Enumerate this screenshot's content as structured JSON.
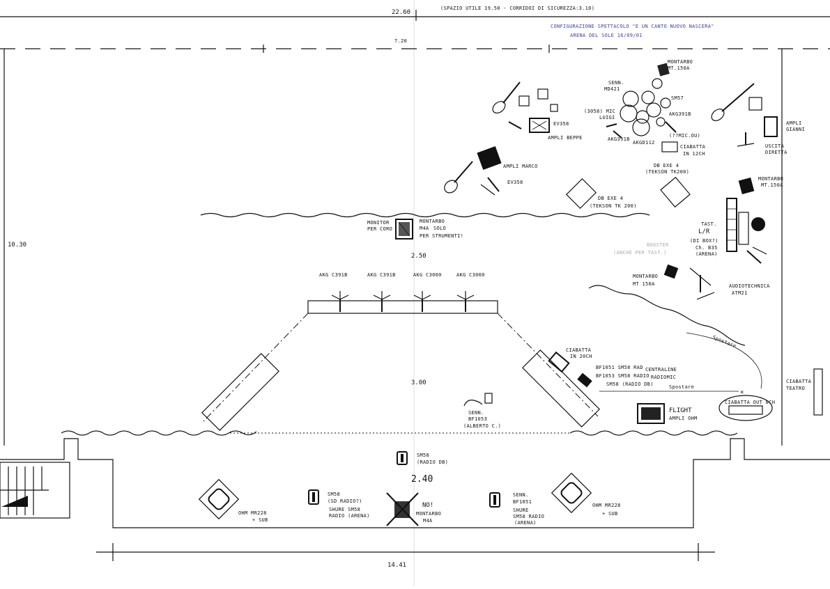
{
  "header": {
    "top_dim": "22.60",
    "space_note": "(SPAZIO UTILE 19.50 - CORRIDOI DI SICUREZZA:3.10)",
    "inner_dim": "7.20",
    "config_title": "CONFIGURAZIONE SPETTACOLO \"E UN CANTO NUOVO NASCERÀ\"",
    "venue_date": "ARENA DEL SOLE 16/09/01"
  },
  "dimensions": {
    "left_depth": "10.30",
    "upper_gap": "2.50",
    "center_depth": "3.00",
    "front_gap": "2.40",
    "bottom_width": "14.41"
  },
  "labels": {
    "montarbo_top": [
      "MONTARBO",
      "MT.150A"
    ],
    "senn_md421": [
      "SENN.",
      "MD421"
    ],
    "sm57": "SM57",
    "mic_luigi": [
      "(3058) MIC",
      "LUIGI"
    ],
    "akg391b_a": "AKG391B",
    "akg391b_b": "AKG391B",
    "akgd112": "AKGD112",
    "ev358_a": "EV358",
    "ampli_beppe": "AMPLI BEPPE",
    "mic_q": "(??MIC.OU)",
    "ciabatta_12": [
      "CIABATTA",
      "IN 12CH"
    ],
    "ampli_gianni": [
      "AMPLI",
      "GIANNI"
    ],
    "uscita_diretta": [
      "USCITA",
      "DIRETTA"
    ],
    "ampli_marco": "AMPLI MARCO",
    "ev358_b": "EV358",
    "dbexe4_right": [
      "DB EXE 4",
      "(TEKSON TK200)"
    ],
    "dbexe4_left": [
      "DB EXE 4",
      "(TEKSON TK 200)"
    ],
    "montarbo_right": [
      "MONTARBO",
      "MT.150A"
    ],
    "monitor_coro": [
      "MONITOR",
      "PER CORO"
    ],
    "montarbo_m4a": [
      "MONTARBO",
      "M4A",
      "SOLO",
      "PER STRUMENTI!"
    ],
    "tast": [
      "TAST.",
      "L/R",
      "(DI BOX?)",
      "Ch. B35",
      "(ARENA)"
    ],
    "booster": [
      "BOOSTER",
      "(ANCHE PER TAST.)"
    ],
    "montarbo_mt150a": [
      "MONTARBO",
      "MT 150A"
    ],
    "audiotechnica": [
      "AUDIOTECHNICA",
      "ATM21"
    ],
    "akg_mics": [
      "AKG C391B",
      "AKG C391B",
      "AKG C3000",
      "AKG C3000"
    ],
    "ciabatta_20": [
      "CIABATTA",
      "IN 20CH"
    ],
    "centraline": [
      "BF1051 SM58 RAD",
      "BF1053 SM58 RADIO",
      "SM58 (RADIO DB)",
      "CENTRALINE",
      "RADIOMIC"
    ],
    "spostare_a": "Spostare",
    "spostare_b": "Spostare",
    "ciabatta_teatro": [
      "CIABATTA",
      "TEATRO"
    ],
    "ciabatta_out": "CIABATTA OUT 8CH",
    "flight": [
      "FLIGHT",
      "AMPLI OHM"
    ],
    "senn_bf1053": [
      "SENN.",
      "BF1053",
      "(ALBERTO C.)"
    ],
    "sm58_radio_db": [
      "SM58",
      "(RADIO DB)"
    ],
    "ohm_left": [
      "OHM MR228",
      "+ SUB"
    ],
    "ohm_right": [
      "OHM MR228",
      "+ SUB"
    ],
    "sm58_left": [
      "SM58",
      "(SD RADIO?)",
      "SHURE SM58",
      "RADIO (ARENA)"
    ],
    "no_montarbo": [
      "NO!",
      "MONTARBO",
      "M4A"
    ],
    "senn_right": [
      "SENN.",
      "BF1051",
      "SHURE",
      "SM58 RADIO",
      "(ARENA)"
    ]
  }
}
